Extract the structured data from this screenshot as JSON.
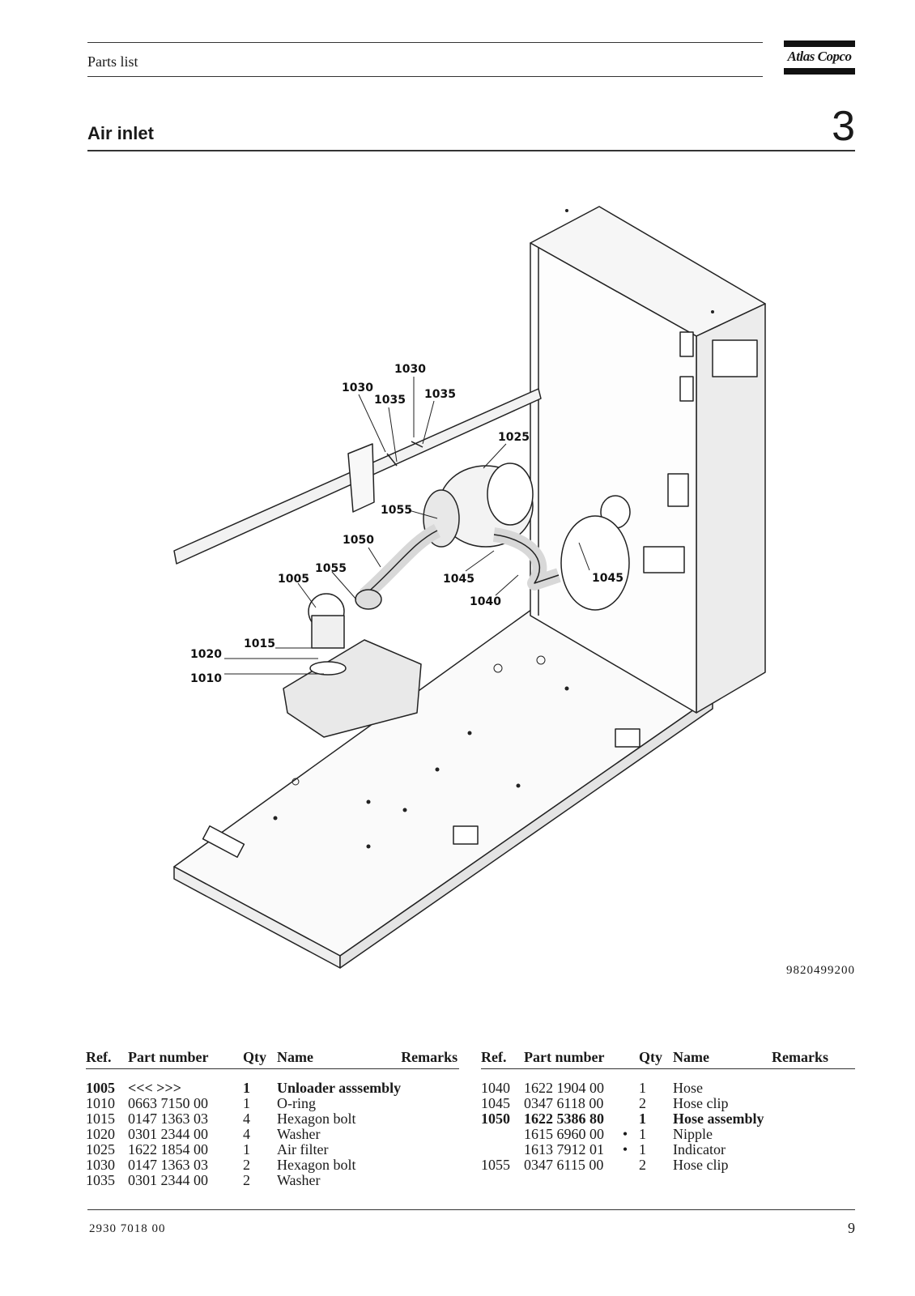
{
  "header": {
    "section_label": "Parts list",
    "brand": "Atlas Copco"
  },
  "title": {
    "text": "Air inlet",
    "chapter": "3"
  },
  "figure": {
    "number": "9820499200",
    "callouts": [
      "1030",
      "1030",
      "1035",
      "1035",
      "1025",
      "1055",
      "1050",
      "1055",
      "1005",
      "1045",
      "1045",
      "1040",
      "1015",
      "1020",
      "1010"
    ]
  },
  "table": {
    "headers": [
      "Ref.",
      "Part number",
      "Qty",
      "Name",
      "Remarks"
    ],
    "left_rows": [
      {
        "ref": "1005",
        "part": "<<< >>>",
        "dot": "",
        "qty": "1",
        "name": "Unloader asssembly",
        "remarks": "",
        "bold": true
      },
      {
        "ref": "1010",
        "part": "0663 7150 00",
        "dot": "",
        "qty": "1",
        "name": "O-ring",
        "remarks": "",
        "bold": false
      },
      {
        "ref": "1015",
        "part": "0147 1363 03",
        "dot": "",
        "qty": "4",
        "name": "Hexagon bolt",
        "remarks": "",
        "bold": false
      },
      {
        "ref": "1020",
        "part": "0301 2344 00",
        "dot": "",
        "qty": "4",
        "name": "Washer",
        "remarks": "",
        "bold": false
      },
      {
        "ref": "1025",
        "part": "1622 1854 00",
        "dot": "",
        "qty": "1",
        "name": "Air filter",
        "remarks": "",
        "bold": false
      },
      {
        "ref": "1030",
        "part": "0147 1363 03",
        "dot": "",
        "qty": "2",
        "name": "Hexagon bolt",
        "remarks": "",
        "bold": false
      },
      {
        "ref": "1035",
        "part": "0301 2344 00",
        "dot": "",
        "qty": "2",
        "name": "Washer",
        "remarks": "",
        "bold": false
      }
    ],
    "right_rows": [
      {
        "ref": "1040",
        "part": "1622 1904 00",
        "dot": "",
        "qty": "1",
        "name": "Hose",
        "remarks": "",
        "bold": false
      },
      {
        "ref": "1045",
        "part": "0347 6118 00",
        "dot": "",
        "qty": "2",
        "name": "Hose clip",
        "remarks": "",
        "bold": false
      },
      {
        "ref": "1050",
        "part": "1622 5386 80",
        "dot": "",
        "qty": "1",
        "name": "Hose assembly",
        "remarks": "",
        "bold": true
      },
      {
        "ref": "",
        "part": "1615 6960 00",
        "dot": "•",
        "qty": "1",
        "name": "Nipple",
        "remarks": "",
        "bold": false
      },
      {
        "ref": "",
        "part": "1613 7912 01",
        "dot": "•",
        "qty": "1",
        "name": "Indicator",
        "remarks": "",
        "bold": false
      },
      {
        "ref": "1055",
        "part": "0347 6115 00",
        "dot": "",
        "qty": "2",
        "name": "Hose clip",
        "remarks": "",
        "bold": false
      }
    ]
  },
  "footer": {
    "doc_number": "2930 7018 00",
    "page_number": "9"
  }
}
